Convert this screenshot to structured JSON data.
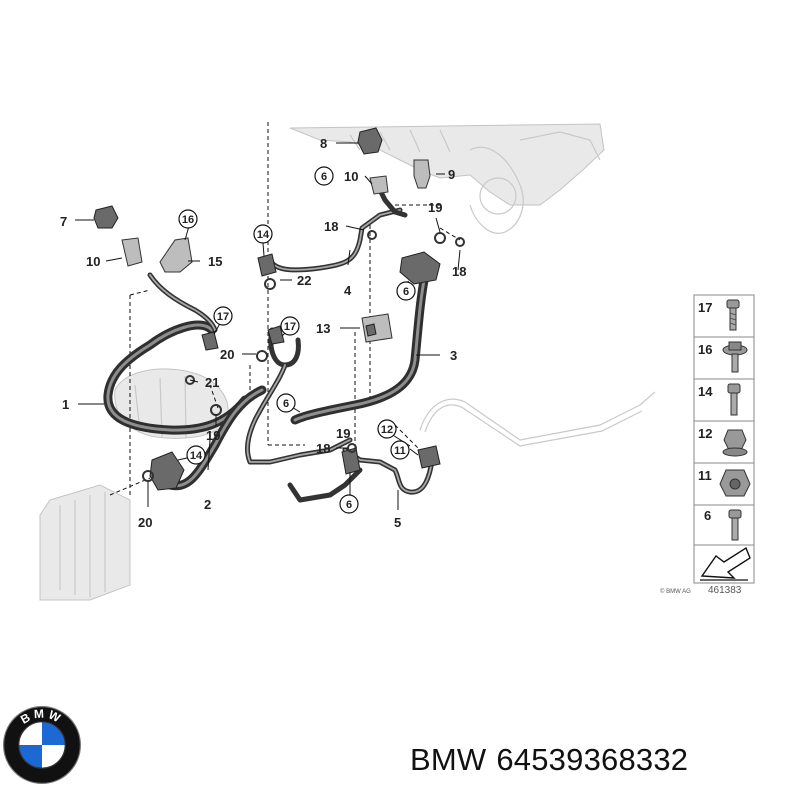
{
  "callouts": {
    "c1": "1",
    "c2": "2",
    "c3": "3",
    "c4": "4",
    "c5": "5",
    "c6a": "6",
    "c6b": "6",
    "c6c": "6",
    "c6d": "6",
    "c7": "7",
    "c8": "8",
    "c9": "9",
    "c10a": "10",
    "c10b": "10",
    "c11": "11",
    "c12": "12",
    "c13": "13",
    "c14a": "14",
    "c14b": "14",
    "c15": "15",
    "c16": "16",
    "c17a": "17",
    "c17b": "17",
    "c18a": "18",
    "c18b": "18",
    "c18c": "18",
    "c19a": "19",
    "c19b": "19",
    "c19c": "19",
    "c20a": "20",
    "c20b": "20",
    "c21": "21",
    "c22": "22"
  },
  "legend": {
    "items": [
      "17",
      "16",
      "14",
      "12",
      "11",
      "6"
    ]
  },
  "footer": {
    "copyright": "© BMW AG",
    "diagram_number": "461383"
  },
  "caption": {
    "brand": "BMW",
    "part_number": "64539368332"
  },
  "logo": {
    "text": "BMW",
    "colors": {
      "ring": "#111111",
      "blue": "#1c69d4",
      "white": "#ffffff"
    }
  }
}
